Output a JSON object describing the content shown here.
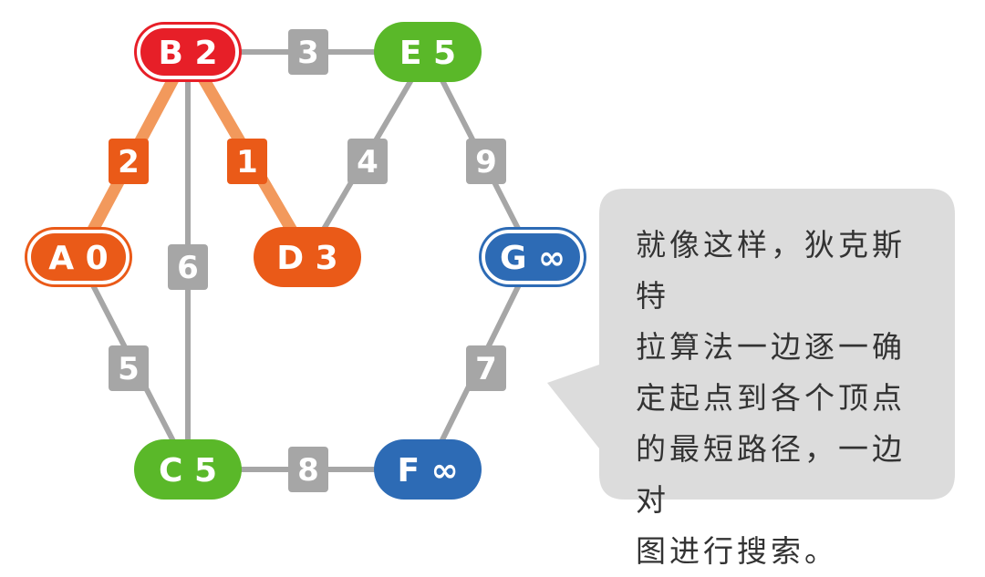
{
  "colors": {
    "edge_default": "#a6a6a6",
    "edge_path": "#f2995c",
    "weight_default": "#a6a6a6",
    "weight_path": "#ea5a18",
    "node_start": "#ea5a18",
    "node_b": "#e71f28",
    "node_settled": "#ea5a18",
    "node_visited": "#5ab829",
    "node_unvisited": "#2d6bb5",
    "bubble": "#dcdcdc",
    "text": "#333333"
  },
  "nodes": [
    {
      "id": "A",
      "label": "A 0",
      "state": "start"
    },
    {
      "id": "B",
      "label": "B 2",
      "state": "b"
    },
    {
      "id": "C",
      "label": "C 5",
      "state": "visited"
    },
    {
      "id": "D",
      "label": "D 3",
      "state": "settled"
    },
    {
      "id": "E",
      "label": "E 5",
      "state": "visited"
    },
    {
      "id": "F",
      "label": "F ∞",
      "state": "unvisited"
    },
    {
      "id": "G",
      "label": "G ∞",
      "state": "unvisited-selected"
    }
  ],
  "edges": [
    {
      "id": "AB",
      "from": "A",
      "to": "B",
      "weight": "2",
      "highlight": true
    },
    {
      "id": "BD",
      "from": "B",
      "to": "D",
      "weight": "1",
      "highlight": true
    },
    {
      "id": "BE",
      "from": "B",
      "to": "E",
      "weight": "3",
      "highlight": false
    },
    {
      "id": "BC",
      "from": "B",
      "to": "C",
      "weight": "6",
      "highlight": false
    },
    {
      "id": "DE",
      "from": "D",
      "to": "E",
      "weight": "4",
      "highlight": false
    },
    {
      "id": "EG",
      "from": "E",
      "to": "G",
      "weight": "9",
      "highlight": false
    },
    {
      "id": "AC",
      "from": "A",
      "to": "C",
      "weight": "5",
      "highlight": false
    },
    {
      "id": "CF",
      "from": "C",
      "to": "F",
      "weight": "8",
      "highlight": false
    },
    {
      "id": "FG",
      "from": "F",
      "to": "G",
      "weight": "7",
      "highlight": false
    }
  ],
  "bubble": {
    "text": "就像这样，狄克斯特\n拉算法一边逐一确\n定起点到各个顶点\n的最短路径，一边对\n图进行搜索。"
  }
}
